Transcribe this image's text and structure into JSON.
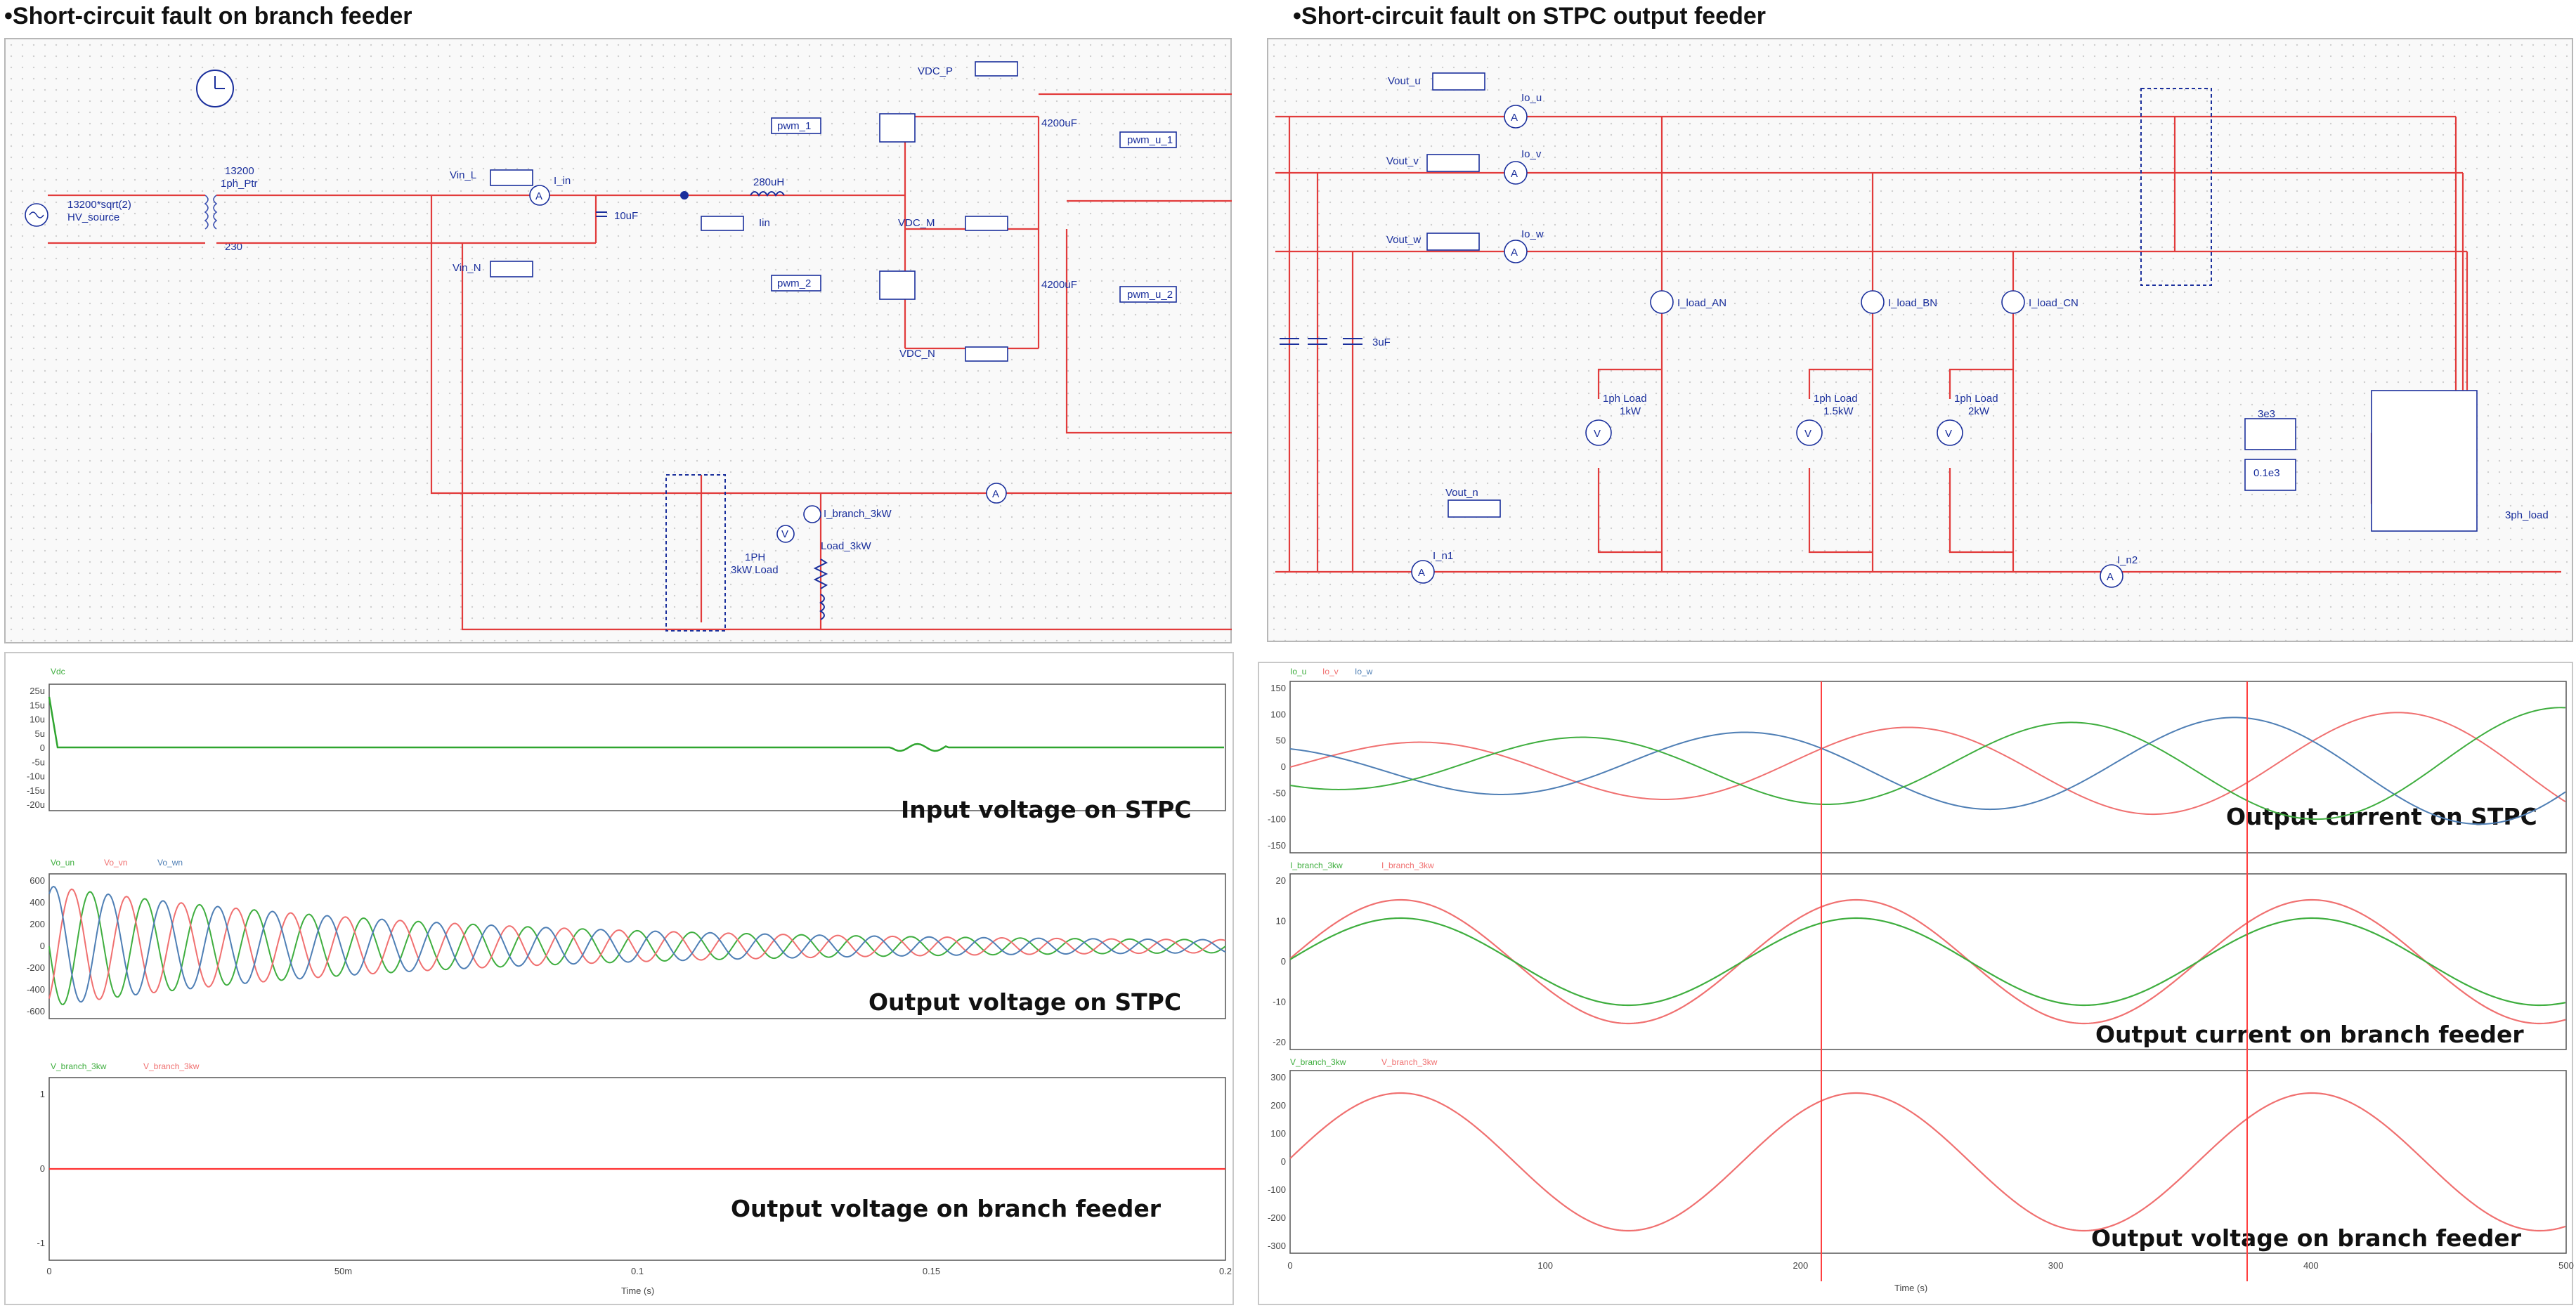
{
  "titles": {
    "left": "•Short-circuit fault on branch feeder",
    "right": "•Short-circuit fault on STPC output feeder"
  },
  "left_circuit": {
    "labels": {
      "tr_top": "13200",
      "tr_name": "1ph_Ptr",
      "tr_bot": "230",
      "src1": "13200*sqrt(2)",
      "src2": "HV_source",
      "vin_l": "Vin_L",
      "vin_n": "Vin_N",
      "iin": "I_in",
      "cap_in": "10uF",
      "ind": "280uH",
      "iin2": "Iin",
      "pwm1": "pwm_1",
      "pwm2": "pwm_2",
      "vdcp": "VDC_P",
      "vdcm": "VDC_M",
      "vdcn": "VDC_N",
      "cap_up": "4200uF",
      "cap_dn": "4200uF",
      "pwmu1": "pwm_u_1",
      "pwmu2": "pwm_u_2",
      "ibr": "I_branch_3kW",
      "vload": "Load_3kW",
      "load1": "1PH",
      "load2": "3kW Load",
      "ammeter": "A",
      "voltmeter": "V"
    }
  },
  "right_circuit": {
    "labels": {
      "vu": "Vout_u",
      "vv": "Vout_v",
      "vw": "Vout_w",
      "iou": "Io_u",
      "iov": "Io_v",
      "iow": "Io_w",
      "ian": "I_load_AN",
      "ibn": "I_load_BN",
      "icn": "I_load_CN",
      "cap": "3uF",
      "l1a": "1ph Load",
      "l1b": "1kW",
      "l2a": "1ph Load",
      "l2b": "1.5kW",
      "l3a": "1ph Load",
      "l3b": "2kW",
      "voutn": "Vout_n",
      "in1": "I_n1",
      "in2": "I_n2",
      "p1": "3e3",
      "p2": "0.1e3",
      "load3": "3ph_load",
      "ammeter": "A",
      "voltmeter": "V"
    }
  },
  "plots": {
    "left": {
      "legend1": "Vdc",
      "legend2": [
        "Vo_un",
        "Vo_vn",
        "Vo_wn"
      ],
      "legend3": [
        "V_branch_3kw",
        "V_branch_3kw"
      ],
      "overlay1": "Input voltage on STPC",
      "overlay2": "Output voltage on STPC",
      "overlay3": "Output voltage on branch feeder",
      "yticks1": [
        "25u",
        "15u",
        "10u",
        "5u",
        "0",
        "-5u",
        "-10u",
        "-15u",
        "-20u"
      ],
      "yticks2": [
        "600",
        "400",
        "200",
        "0",
        "-200",
        "-400",
        "-600"
      ],
      "yticks3": [
        "1",
        "0",
        "-1"
      ],
      "xticks": [
        "0",
        "50m",
        "0.1",
        "0.15",
        "0.2"
      ],
      "xlabel": "Time (s)"
    },
    "right": {
      "legend1": [
        "Io_u",
        "Io_v",
        "Io_w"
      ],
      "legend2": [
        "I_branch_3kw",
        "I_branch_3kw"
      ],
      "legend3": [
        "V_branch_3kw",
        "V_branch_3kw"
      ],
      "overlay1": "Output current on STPC",
      "overlay2": "Output current on branch feeder",
      "overlay3": "Output voltage on branch feeder",
      "yticks1": [
        "150",
        "100",
        "50",
        "0",
        "-50",
        "-100",
        "-150"
      ],
      "yticks2": [
        "20",
        "10",
        "0",
        "-10",
        "-20"
      ],
      "yticks3": [
        "300",
        "200",
        "100",
        "0",
        "-100",
        "-200",
        "-300"
      ],
      "xticks": [
        "0",
        "100",
        "200",
        "300",
        "400",
        "500"
      ],
      "xlabel": "Time (s)"
    }
  },
  "colors": {
    "wire": "#e23b3b",
    "component": "#1a2f9c",
    "phase_u": "#3fae3f",
    "phase_v": "#f07070",
    "phase_w": "#4f7fb5",
    "dc_trace": "#2fa52f",
    "zero_trace": "#ff3030"
  }
}
